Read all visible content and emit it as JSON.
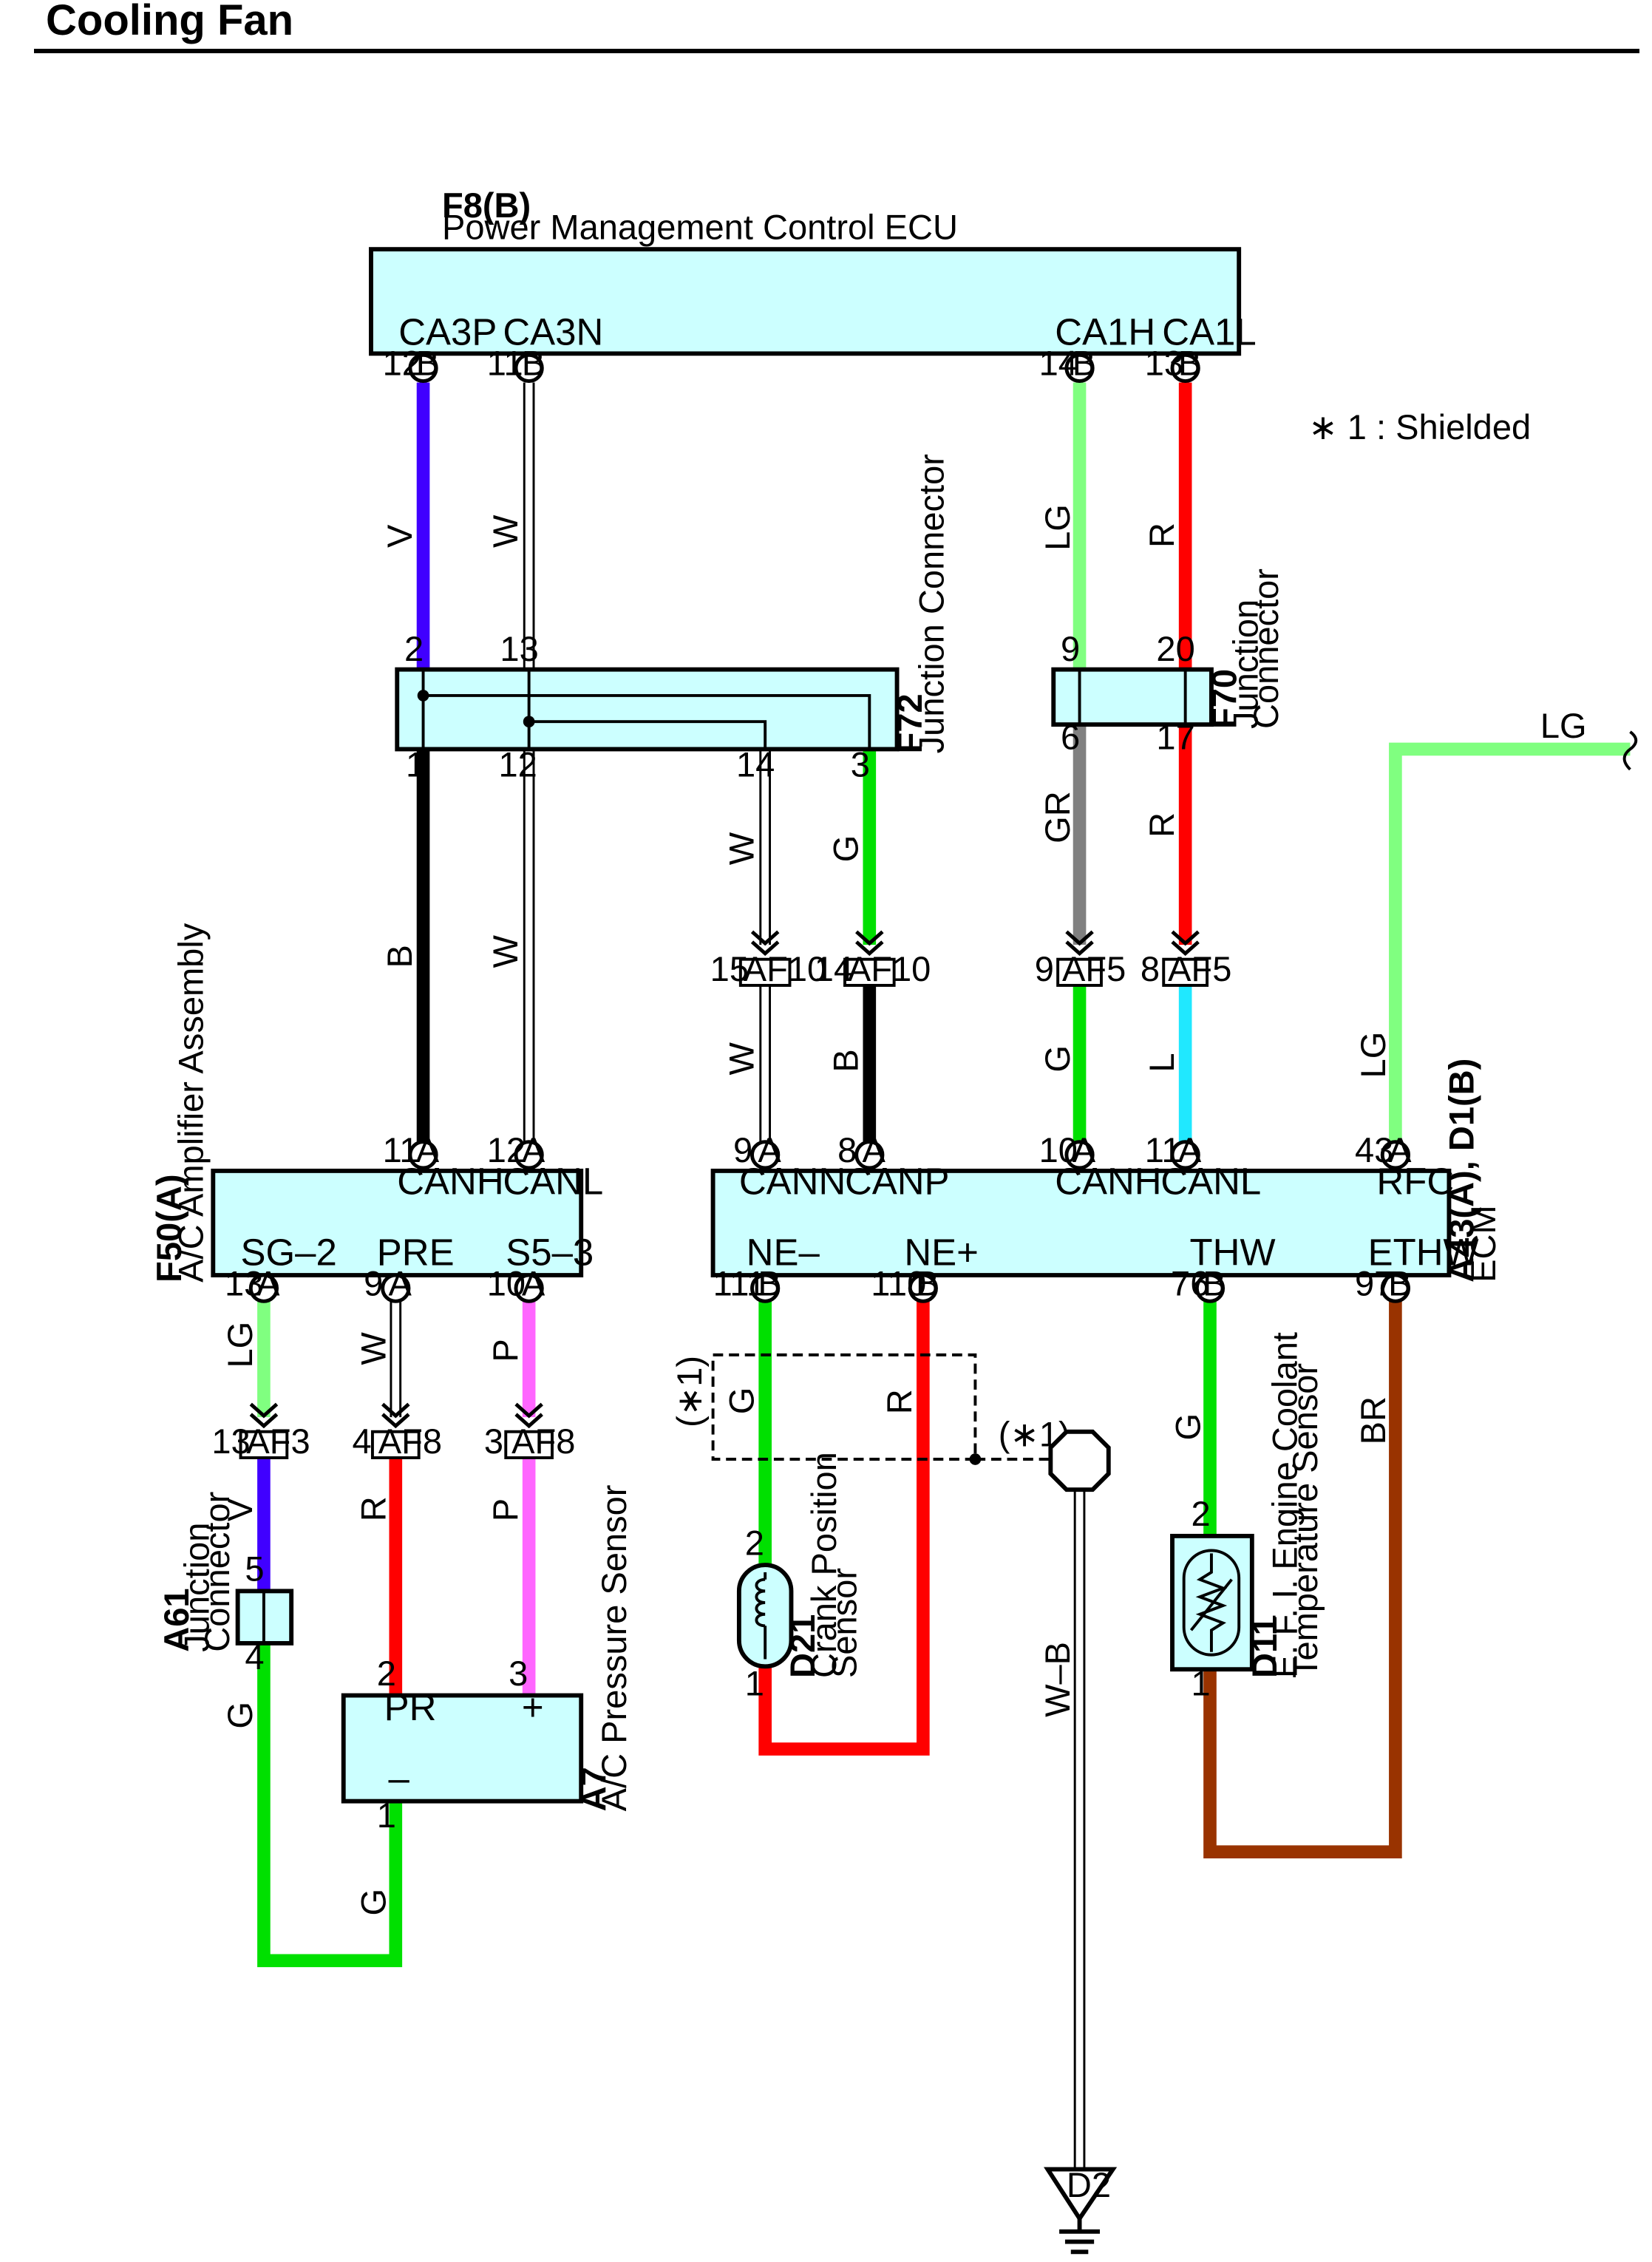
{
  "title": "Cooling Fan",
  "note": "∗ 1 : Shielded",
  "connectors": {
    "pmecu": {
      "code": "F8(B)",
      "name": "Power Management Control ECU",
      "pins": [
        {
          "label": "CA3P",
          "num": "12",
          "side": "B"
        },
        {
          "label": "CA3N",
          "num": "11",
          "side": "B"
        },
        {
          "label": "CA1H",
          "num": "14",
          "side": "B"
        },
        {
          "label": "CA1L",
          "num": "13",
          "side": "B"
        }
      ]
    },
    "f72": {
      "code": "F72",
      "name": "Junction Connector",
      "pins": [
        "2",
        "13",
        "1",
        "12",
        "14",
        "3"
      ]
    },
    "f70": {
      "code": "F70",
      "name1": "Junction",
      "name2": "Connector",
      "pins": [
        "9",
        "20",
        "6",
        "17"
      ]
    },
    "acamp": {
      "code": "F50(A)",
      "name": "A/C Amplifier Assembly",
      "top": [
        {
          "label": "CANH",
          "num": "11",
          "side": "A"
        },
        {
          "label": "CANL",
          "num": "12",
          "side": "A"
        }
      ],
      "bottom": [
        {
          "label": "SG–2",
          "num": "13",
          "side": "A"
        },
        {
          "label": "PRE",
          "num": "9",
          "side": "A"
        },
        {
          "label": "S5–3",
          "num": "10",
          "side": "A"
        }
      ]
    },
    "ecm": {
      "code": "A43(A), D1(B)",
      "name": "ECM",
      "top": [
        {
          "label": "CANN",
          "num": "9",
          "side": "A"
        },
        {
          "label": "CANP",
          "num": "8",
          "side": "A"
        },
        {
          "label": "CANH",
          "num": "10",
          "side": "A"
        },
        {
          "label": "CANL",
          "num": "11",
          "side": "A"
        },
        {
          "label": "RFC",
          "num": "43",
          "side": "A"
        }
      ],
      "bottom": [
        {
          "label": "NE–",
          "num": "111",
          "side": "B"
        },
        {
          "label": "NE+",
          "num": "110",
          "side": "B"
        },
        {
          "label": "THW",
          "num": "76",
          "side": "B"
        },
        {
          "label": "ETHW",
          "num": "97",
          "side": "B"
        }
      ]
    },
    "a61": {
      "code": "A61",
      "name1": "Junction",
      "name2": "Connector",
      "pins": [
        "5",
        "4"
      ]
    },
    "a7": {
      "code": "A7",
      "name": "A/C Pressure Sensor",
      "pins": [
        "2",
        "3",
        "1"
      ],
      "labels": [
        "PR",
        "+",
        "–"
      ]
    },
    "d21": {
      "code": "D21",
      "name1": "Crank Position",
      "name2": "Sensor",
      "pins": [
        "2",
        "1"
      ]
    },
    "d11": {
      "code": "D11",
      "name1": "E. F. I.  Engine Coolant",
      "name2": "Temperature Sensor",
      "pins": [
        "2",
        "1"
      ]
    },
    "ground": {
      "code": "D2"
    }
  },
  "inline": [
    {
      "num": "15",
      "code": "AF10"
    },
    {
      "num": "14",
      "code": "AF10"
    },
    {
      "num": "9",
      "code": "AF5"
    },
    {
      "num": "8",
      "code": "AF5"
    },
    {
      "num": "13",
      "code": "AF3"
    },
    {
      "num": "4",
      "code": "AF8"
    },
    {
      "num": "3",
      "code": "AF8"
    }
  ],
  "wire_colors": {
    "ca3p_top": "V",
    "ca3n_top": "W",
    "ca1h_top": "LG",
    "ca1l_top": "R",
    "f72_1": "B",
    "f72_12": "W",
    "f72_14": "W",
    "f72_3": "G",
    "f70_6": "GR",
    "f70_17": "R",
    "rfc_up": "LG",
    "rfc_right": "LG",
    "af10a": "W",
    "af10b": "B",
    "af5a": "G",
    "af5b": "L",
    "sg2": "LG",
    "pre": "W",
    "s53": "P",
    "af3": "V",
    "af8a": "R",
    "af8b": "P",
    "a61_g": "G",
    "a7_g": "G",
    "ne_minus": "G",
    "ne_plus": "R",
    "thw": "G",
    "ethw": "BR",
    "gnd": "W–B"
  },
  "shield_mark": "(∗1)",
  "colors": {
    "box_fill": "#ccffff",
    "V": "#4000ff",
    "W": "#ffffff",
    "LG": "#80ff80",
    "R": "#ff0000",
    "B": "#000000",
    "G": "#00e000",
    "GR": "#808080",
    "L": "#20e8ff",
    "P": "#ff66ff",
    "BR": "#993300"
  }
}
